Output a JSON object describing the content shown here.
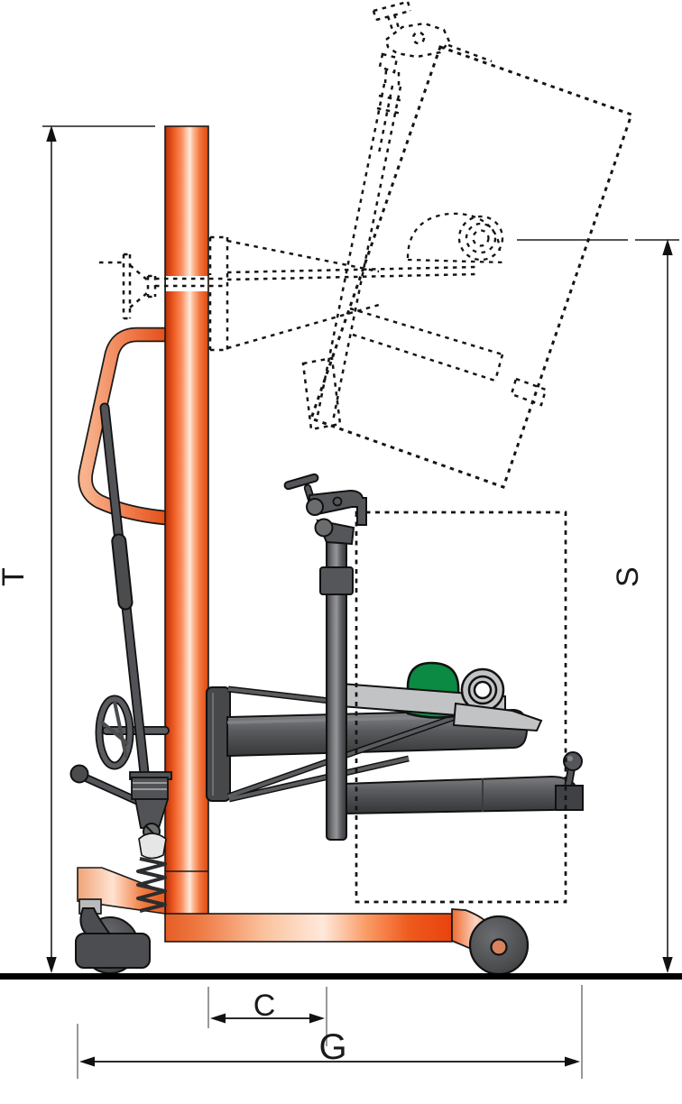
{
  "diagram": {
    "type": "technical-dimension-drawing",
    "subject": "drum-lifter-side-view",
    "labels": {
      "total_height": "T",
      "lift_height": "S",
      "offset_width": "C",
      "overall_length": "G"
    },
    "colors": {
      "mast_orange": "#e8511c",
      "clamp_green": "#0a8a42",
      "steel_dark": "#54565a",
      "steel_light": "#c2c3c5",
      "ground": "#000000",
      "dimension_line": "#4c4c4c",
      "extension_line": "#999999",
      "ghost_outline": "#141414"
    }
  }
}
